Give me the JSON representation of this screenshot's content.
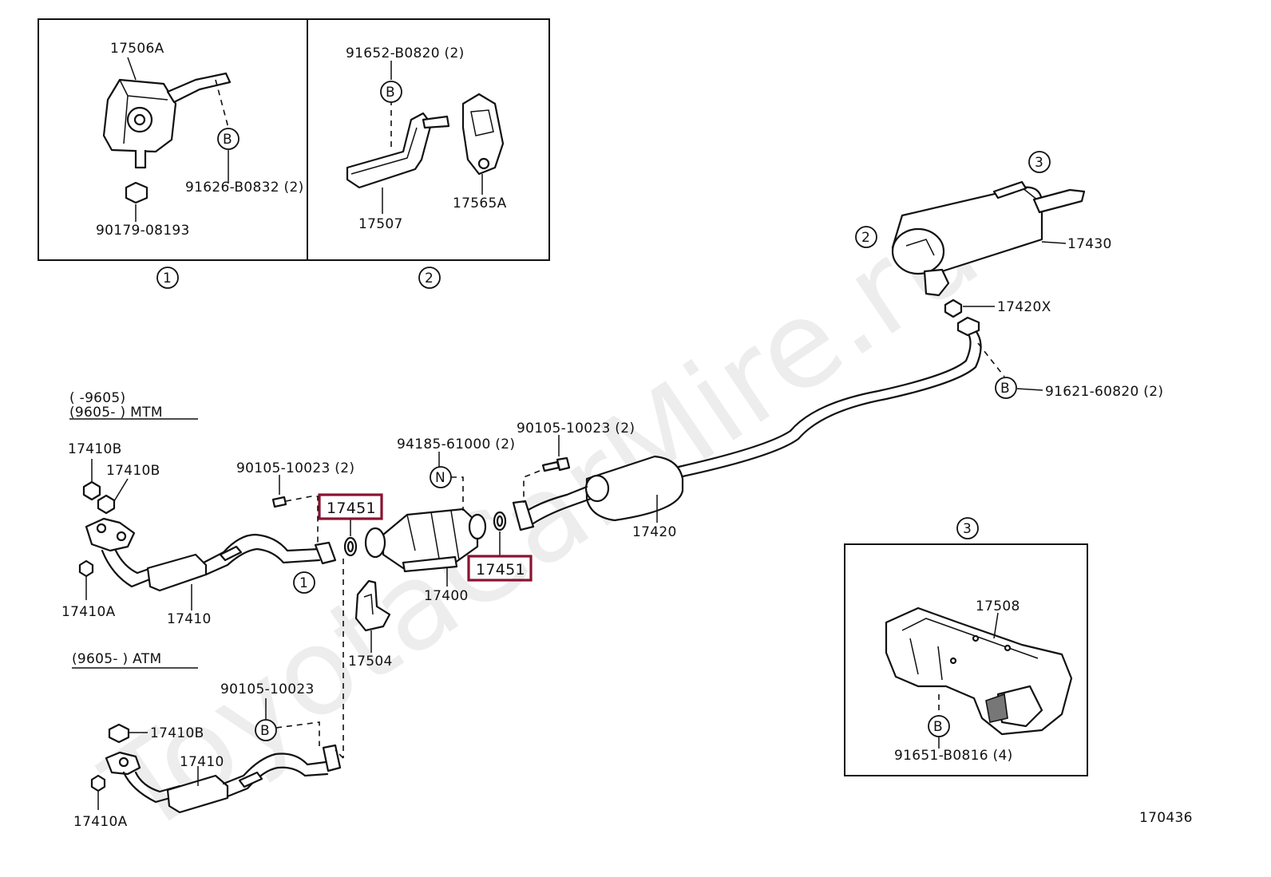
{
  "watermark": "ToyotaCarMire.ru",
  "diagram_id": "170436",
  "callouts": {
    "c1": "1",
    "c2": "2",
    "c3": "3",
    "b": "B",
    "n": "N"
  },
  "inset1": {
    "parts": [
      "17506A",
      "91626-B0832 (2)",
      "90179-08193"
    ]
  },
  "inset2": {
    "parts": [
      "91652-B0820 (2)",
      "17507",
      "17565A"
    ]
  },
  "inset3": {
    "parts": [
      "17508",
      "91651-B0816 (4)"
    ]
  },
  "variants": {
    "mtm_line1": "(      -9605)",
    "mtm_line2": "(9605-         ) MTM",
    "atm_line": "(9605-         ) ATM"
  },
  "main_parts": {
    "p17410B_a": "17410B",
    "p17410B_b": "17410B",
    "p17410A_mtm": "17410A",
    "p17410_mtm": "17410",
    "bolt_mtm": "90105-10023 (2)",
    "gasket_front": "17451",
    "gasket_rear": "17451",
    "converter": "17400",
    "bracket": "17504",
    "nut": "94185-61000 (2)",
    "bolt_mid": "90105-10023 (2)",
    "center_pipe": "17420",
    "muffler": "17430",
    "gasket_muffler": "17420X",
    "bolt_tail": "91621-60820 (2)",
    "bolt_atm": "90105-10023",
    "p17410B_atm": "17410B",
    "p17410_atm": "17410",
    "p17410A_atm": "17410A"
  },
  "colors": {
    "highlight": "#8a1230",
    "line": "#111111",
    "watermark": "#d9d9d9"
  }
}
